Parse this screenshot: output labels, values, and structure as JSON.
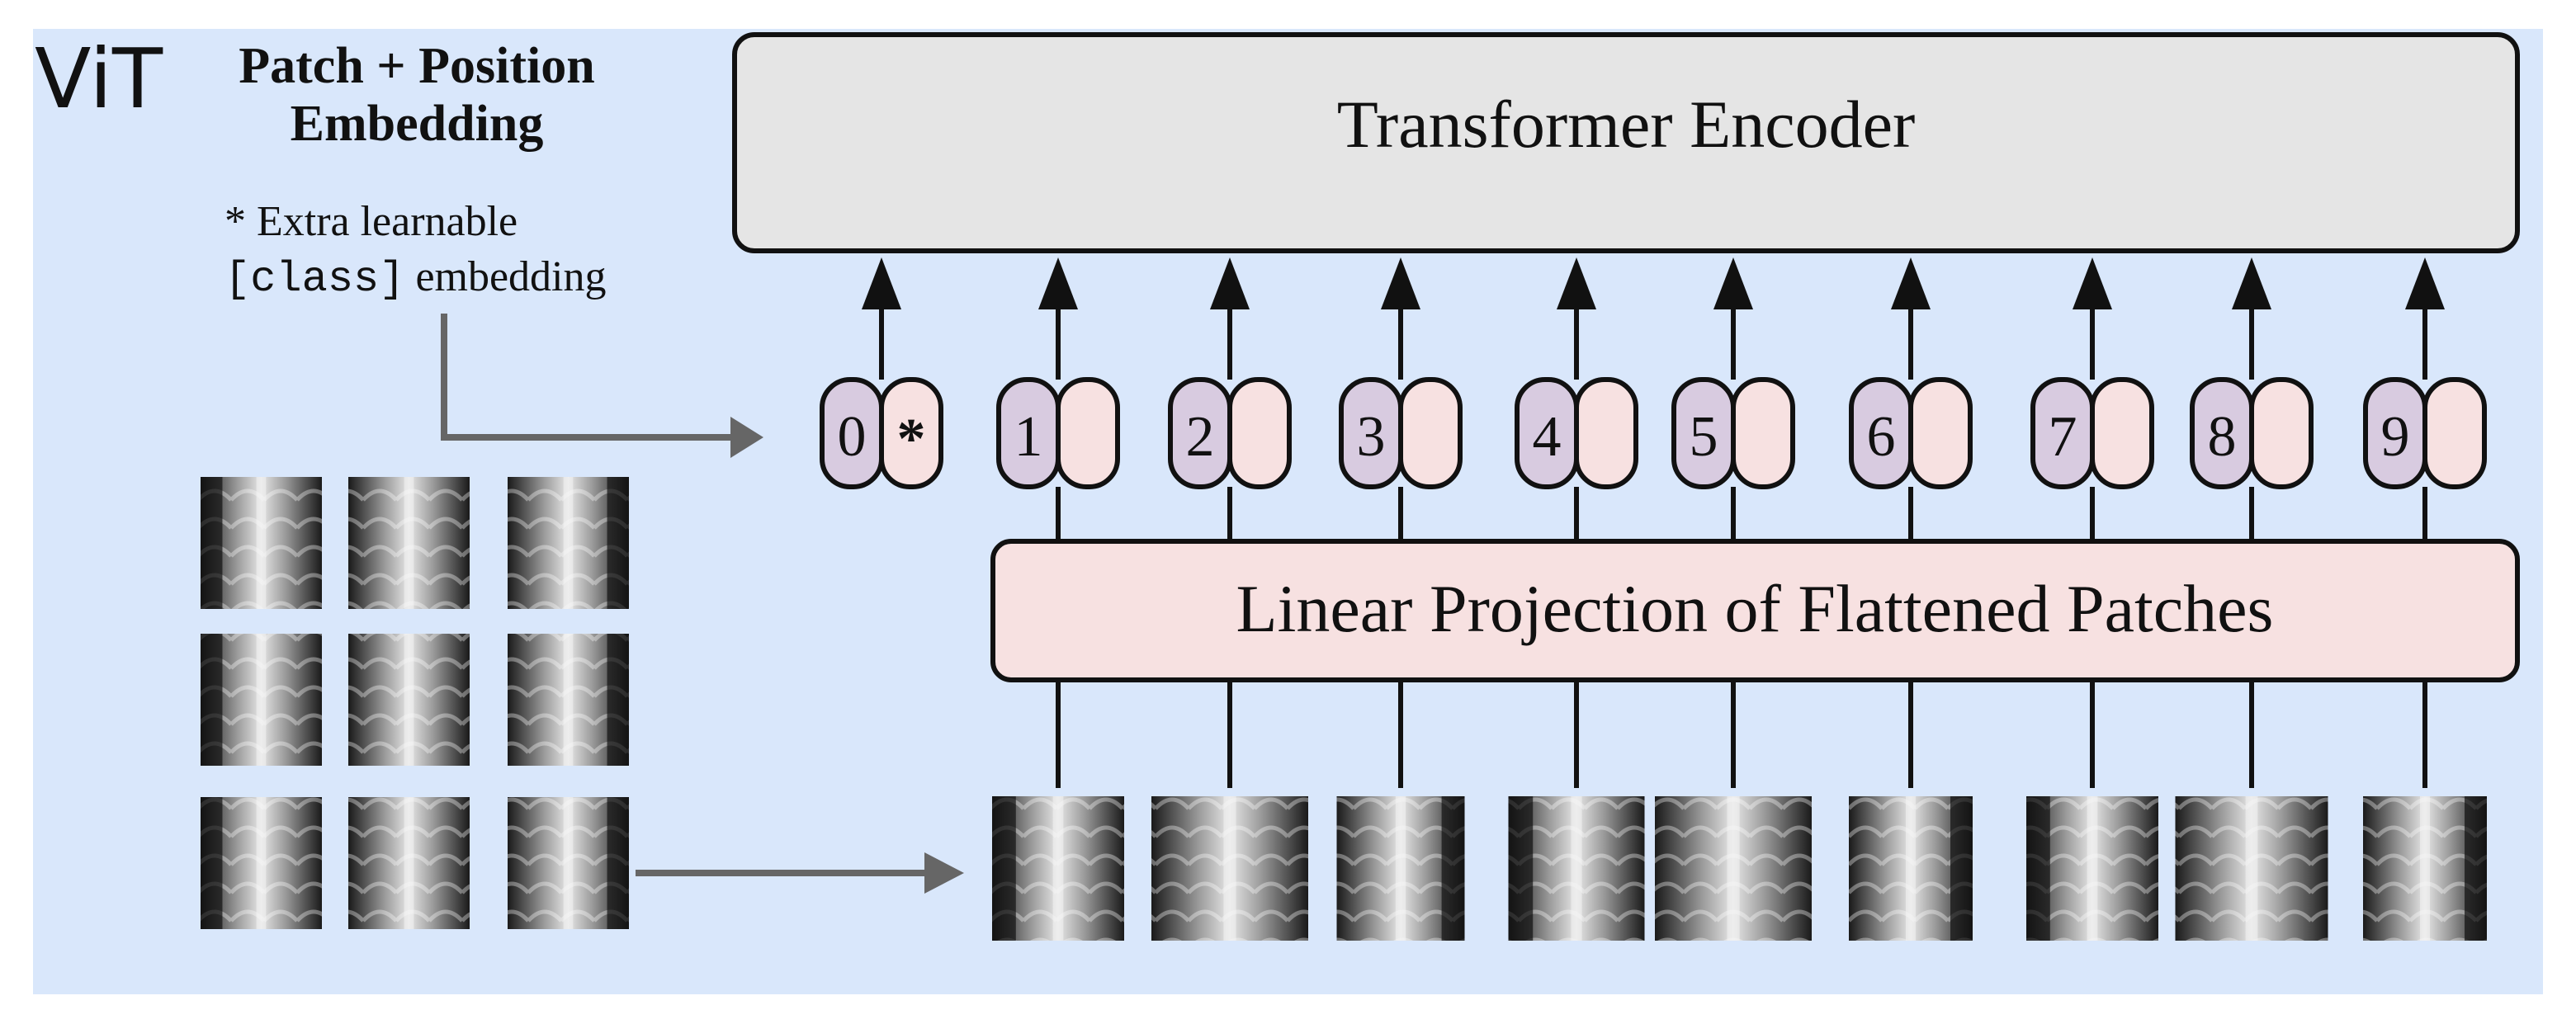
{
  "logo": "ViT",
  "legend": {
    "title_line1": "Patch + Position",
    "title_line2": "Embedding",
    "note_line1": "* Extra learnable",
    "note_class": "[class]",
    "note_rest": " embedding"
  },
  "encoder_label": "Transformer Encoder",
  "projection_label": "Linear Projection of Flattened Patches",
  "tokens": [
    {
      "position": "0",
      "patch": "*"
    },
    {
      "position": "1",
      "patch": ""
    },
    {
      "position": "2",
      "patch": ""
    },
    {
      "position": "3",
      "patch": ""
    },
    {
      "position": "4",
      "patch": ""
    },
    {
      "position": "5",
      "patch": ""
    },
    {
      "position": "6",
      "patch": ""
    },
    {
      "position": "7",
      "patch": ""
    },
    {
      "position": "8",
      "patch": ""
    },
    {
      "position": "9",
      "patch": ""
    }
  ],
  "colors": {
    "background": "#d9e7fb",
    "encoder_fill": "#e5e5e5",
    "projection_fill": "#f7e1e1",
    "position_fill": "#d8cbe0",
    "patch_fill": "#f7e1e1",
    "arrow_gray": "#666666",
    "outline": "#111111"
  }
}
